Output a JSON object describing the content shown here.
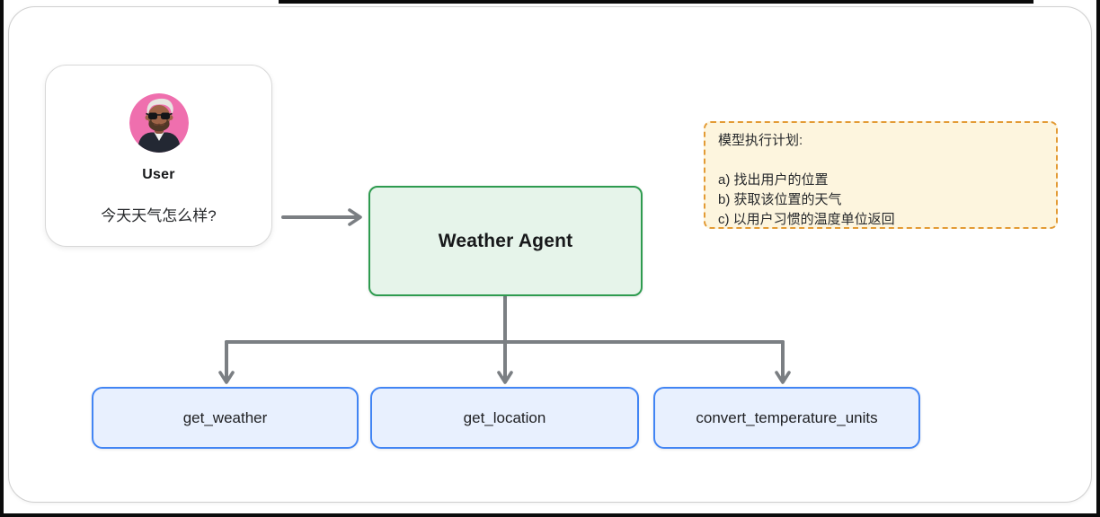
{
  "user_card": {
    "name": "User",
    "message": "今天天气怎么样?"
  },
  "agent": {
    "label": "Weather Agent"
  },
  "plan_note": {
    "title": "模型执行计划:",
    "items": [
      "a) 找出用户的位置",
      "b) 获取该位置的天气",
      "c) 以用户习惯的温度单位返回"
    ]
  },
  "tools": [
    {
      "label": "get_weather"
    },
    {
      "label": "get_location"
    },
    {
      "label": "convert_temperature_units"
    }
  ],
  "colors": {
    "agent_fill": "#e6f4ea",
    "agent_border": "#2e9b4f",
    "tool_fill": "#e8f0fe",
    "tool_border": "#4285f4",
    "note_fill": "#fdf5de",
    "note_border": "#e39b35",
    "arrow": "#7b7f83",
    "avatar_bg": "#ef6fae"
  }
}
